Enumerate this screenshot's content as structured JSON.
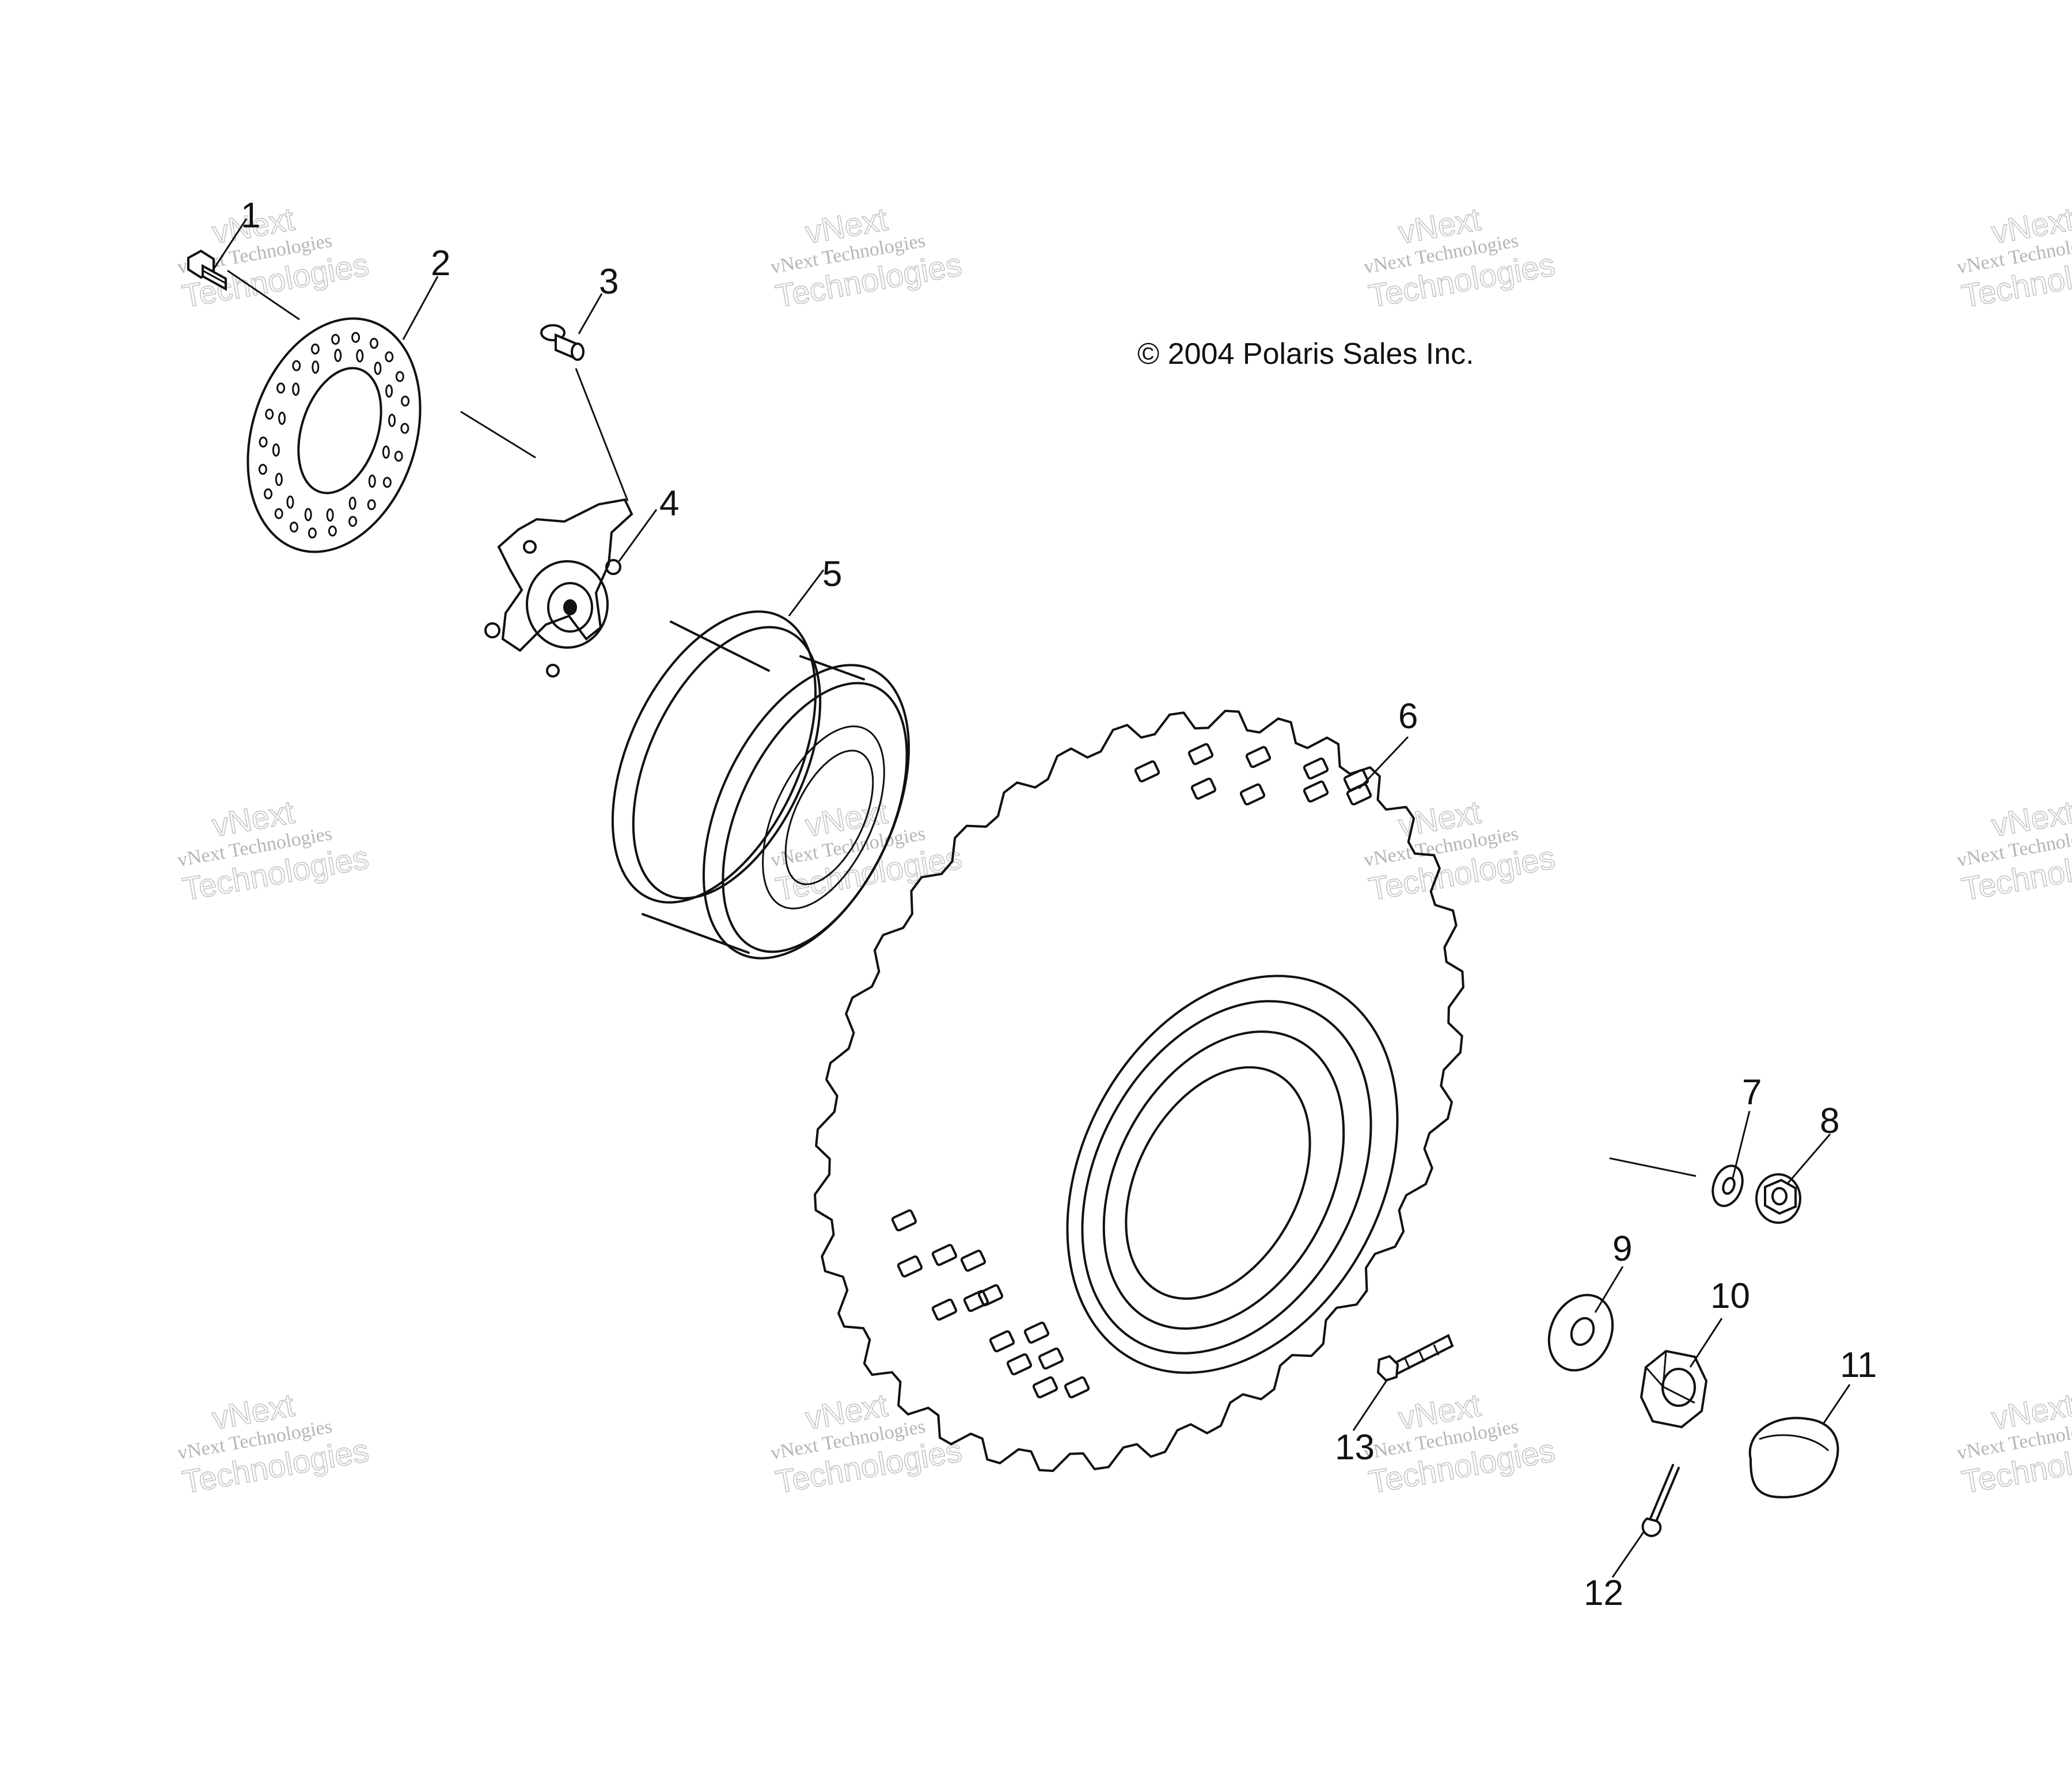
{
  "diagram": {
    "copyright": "© 2004 Polaris Sales Inc.",
    "watermark": {
      "line_small": "vNext Technologies",
      "line_large_top": "vNext",
      "line_large_bottom": "Technologies"
    },
    "callouts": [
      "1",
      "2",
      "3",
      "4",
      "5",
      "6",
      "7",
      "8",
      "9",
      "10",
      "11",
      "12",
      "13"
    ],
    "parts": [
      {
        "id": 1,
        "icon": "bolt-icon"
      },
      {
        "id": 2,
        "icon": "brake-disc-icon"
      },
      {
        "id": 3,
        "icon": "stud-icon"
      },
      {
        "id": 4,
        "icon": "wheel-hub-icon"
      },
      {
        "id": 5,
        "icon": "wheel-rim-icon"
      },
      {
        "id": 6,
        "icon": "tire-icon"
      },
      {
        "id": 7,
        "icon": "washer-icon"
      },
      {
        "id": 8,
        "icon": "flange-nut-icon"
      },
      {
        "id": 9,
        "icon": "washer-icon"
      },
      {
        "id": 10,
        "icon": "castle-nut-icon"
      },
      {
        "id": 11,
        "icon": "hub-cap-icon"
      },
      {
        "id": 12,
        "icon": "cotter-pin-icon"
      },
      {
        "id": 13,
        "icon": "valve-stem-icon"
      }
    ]
  }
}
